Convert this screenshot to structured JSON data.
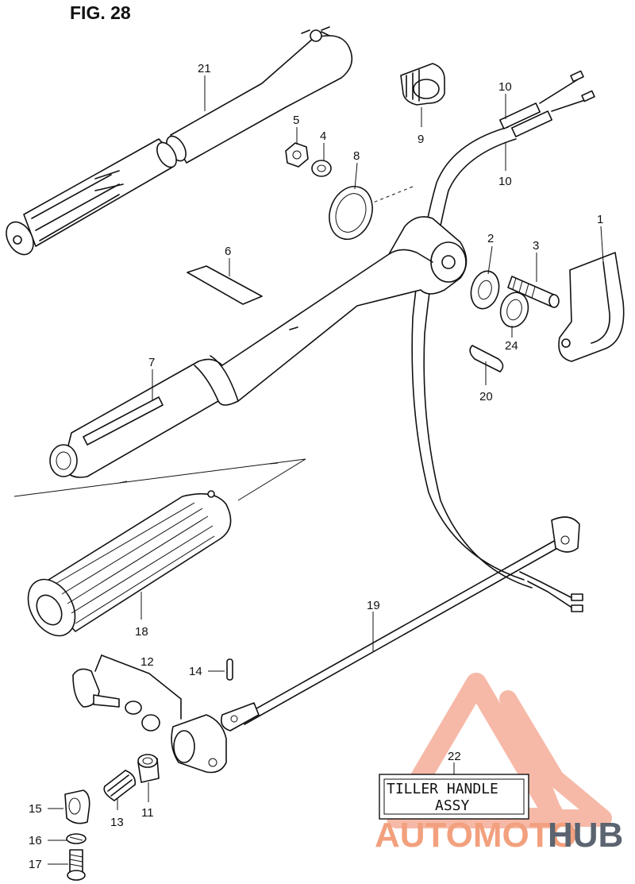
{
  "figure_title": "FIG. 28",
  "assembly_label": {
    "ref": "22",
    "line1": "TILLER HANDLE",
    "line2": "ASSY"
  },
  "watermark": {
    "part1": "AUTOMOTO",
    "part2": "HUB",
    "accent_color": "#f08060",
    "dark_color": "#5b6470"
  },
  "callouts": {
    "c1": "1",
    "c2": "2",
    "c3": "3",
    "c4": "4",
    "c5": "5",
    "c6": "6",
    "c7": "7",
    "c8": "8",
    "c9": "9",
    "c10a": "10",
    "c10b": "10",
    "c11": "11",
    "c12": "12",
    "c13": "13",
    "c14": "14",
    "c15": "15",
    "c16": "16",
    "c17": "17",
    "c18": "18",
    "c19": "19",
    "c20": "20",
    "c21": "21",
    "c24": "24"
  }
}
